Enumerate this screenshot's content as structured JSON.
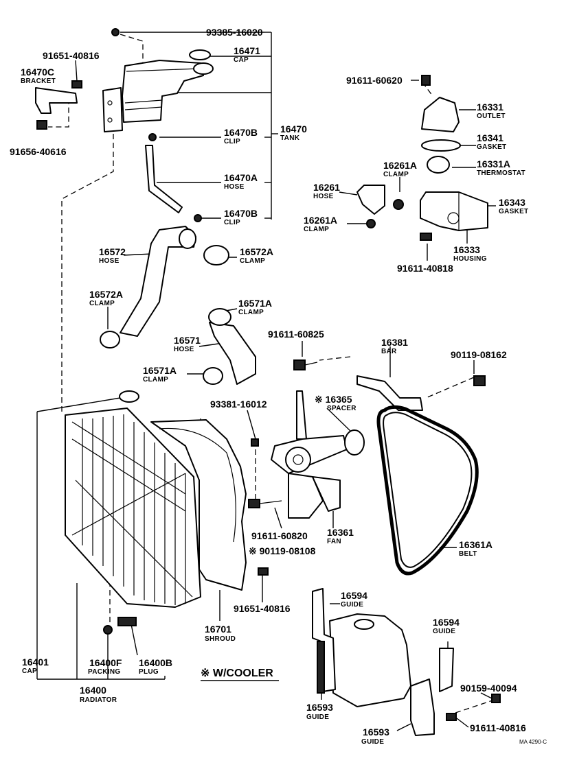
{
  "labels": {
    "p93385": {
      "num": "93385-16020",
      "name": ""
    },
    "p16471": {
      "num": "16471",
      "name": "CAP"
    },
    "p91651a": {
      "num": "91651-40816",
      "name": ""
    },
    "p16470C": {
      "num": "16470C",
      "name": "BRACKET"
    },
    "p91656": {
      "num": "91656-40616",
      "name": ""
    },
    "p16470B1": {
      "num": "16470B",
      "name": "CLIP"
    },
    "p16470": {
      "num": "16470",
      "name": "TANK"
    },
    "p16470A": {
      "num": "16470A",
      "name": "HOSE"
    },
    "p16470B2": {
      "num": "16470B",
      "name": "CLIP"
    },
    "p91611a": {
      "num": "91611-60620",
      "name": ""
    },
    "p16331": {
      "num": "16331",
      "name": "OUTLET"
    },
    "p16341": {
      "num": "16341",
      "name": "GASKET"
    },
    "p16261A1": {
      "num": "16261A",
      "name": "CLAMP"
    },
    "p16331A": {
      "num": "16331A",
      "name": "THERMOSTAT"
    },
    "p16261": {
      "num": "16261",
      "name": "HOSE"
    },
    "p16343": {
      "num": "16343",
      "name": "GASKET"
    },
    "p16261A2": {
      "num": "16261A",
      "name": "CLAMP"
    },
    "p16333": {
      "num": "16333",
      "name": "HOUSING"
    },
    "p91611b": {
      "num": "91611-40818",
      "name": ""
    },
    "p16572": {
      "num": "16572",
      "name": "HOSE"
    },
    "p16572A1": {
      "num": "16572A",
      "name": "CLAMP"
    },
    "p16572A2": {
      "num": "16572A",
      "name": "CLAMP"
    },
    "p16571A1": {
      "num": "16571A",
      "name": "CLAMP"
    },
    "p16571": {
      "num": "16571",
      "name": "HOSE"
    },
    "p91611c": {
      "num": "91611-60825",
      "name": ""
    },
    "p16381": {
      "num": "16381",
      "name": "BAR"
    },
    "p90119a": {
      "num": "90119-08162",
      "name": ""
    },
    "p16571A2": {
      "num": "16571A",
      "name": "CLAMP"
    },
    "p16365": {
      "num": "※ 16365",
      "name": "SPACER"
    },
    "p93381": {
      "num": "93381-16012",
      "name": ""
    },
    "p91611d": {
      "num": "91611-60820",
      "name": ""
    },
    "p16361": {
      "num": "16361",
      "name": "FAN"
    },
    "p16361A": {
      "num": "16361A",
      "name": "BELT"
    },
    "p90119b": {
      "num": "※ 90119-08108",
      "name": ""
    },
    "p91651b": {
      "num": "91651-40816",
      "name": ""
    },
    "p16701": {
      "num": "16701",
      "name": "SHROUD"
    },
    "p16594a": {
      "num": "16594",
      "name": "GUIDE"
    },
    "p16594b": {
      "num": "16594",
      "name": "GUIDE"
    },
    "p16401": {
      "num": "16401",
      "name": "CAP"
    },
    "p16400F": {
      "num": "16400F",
      "name": "PACKING"
    },
    "p16400B": {
      "num": "16400B",
      "name": "PLUG"
    },
    "p16400": {
      "num": "16400",
      "name": "RADIATOR"
    },
    "p90159": {
      "num": "90159-40094",
      "name": ""
    },
    "p16593a": {
      "num": "16593",
      "name": "GUIDE"
    },
    "p91611e": {
      "num": "91611-40816",
      "name": ""
    },
    "p16593b": {
      "num": "16593",
      "name": "GUIDE"
    }
  },
  "note": "※ W/COOLER",
  "code": "MA 4290-C"
}
